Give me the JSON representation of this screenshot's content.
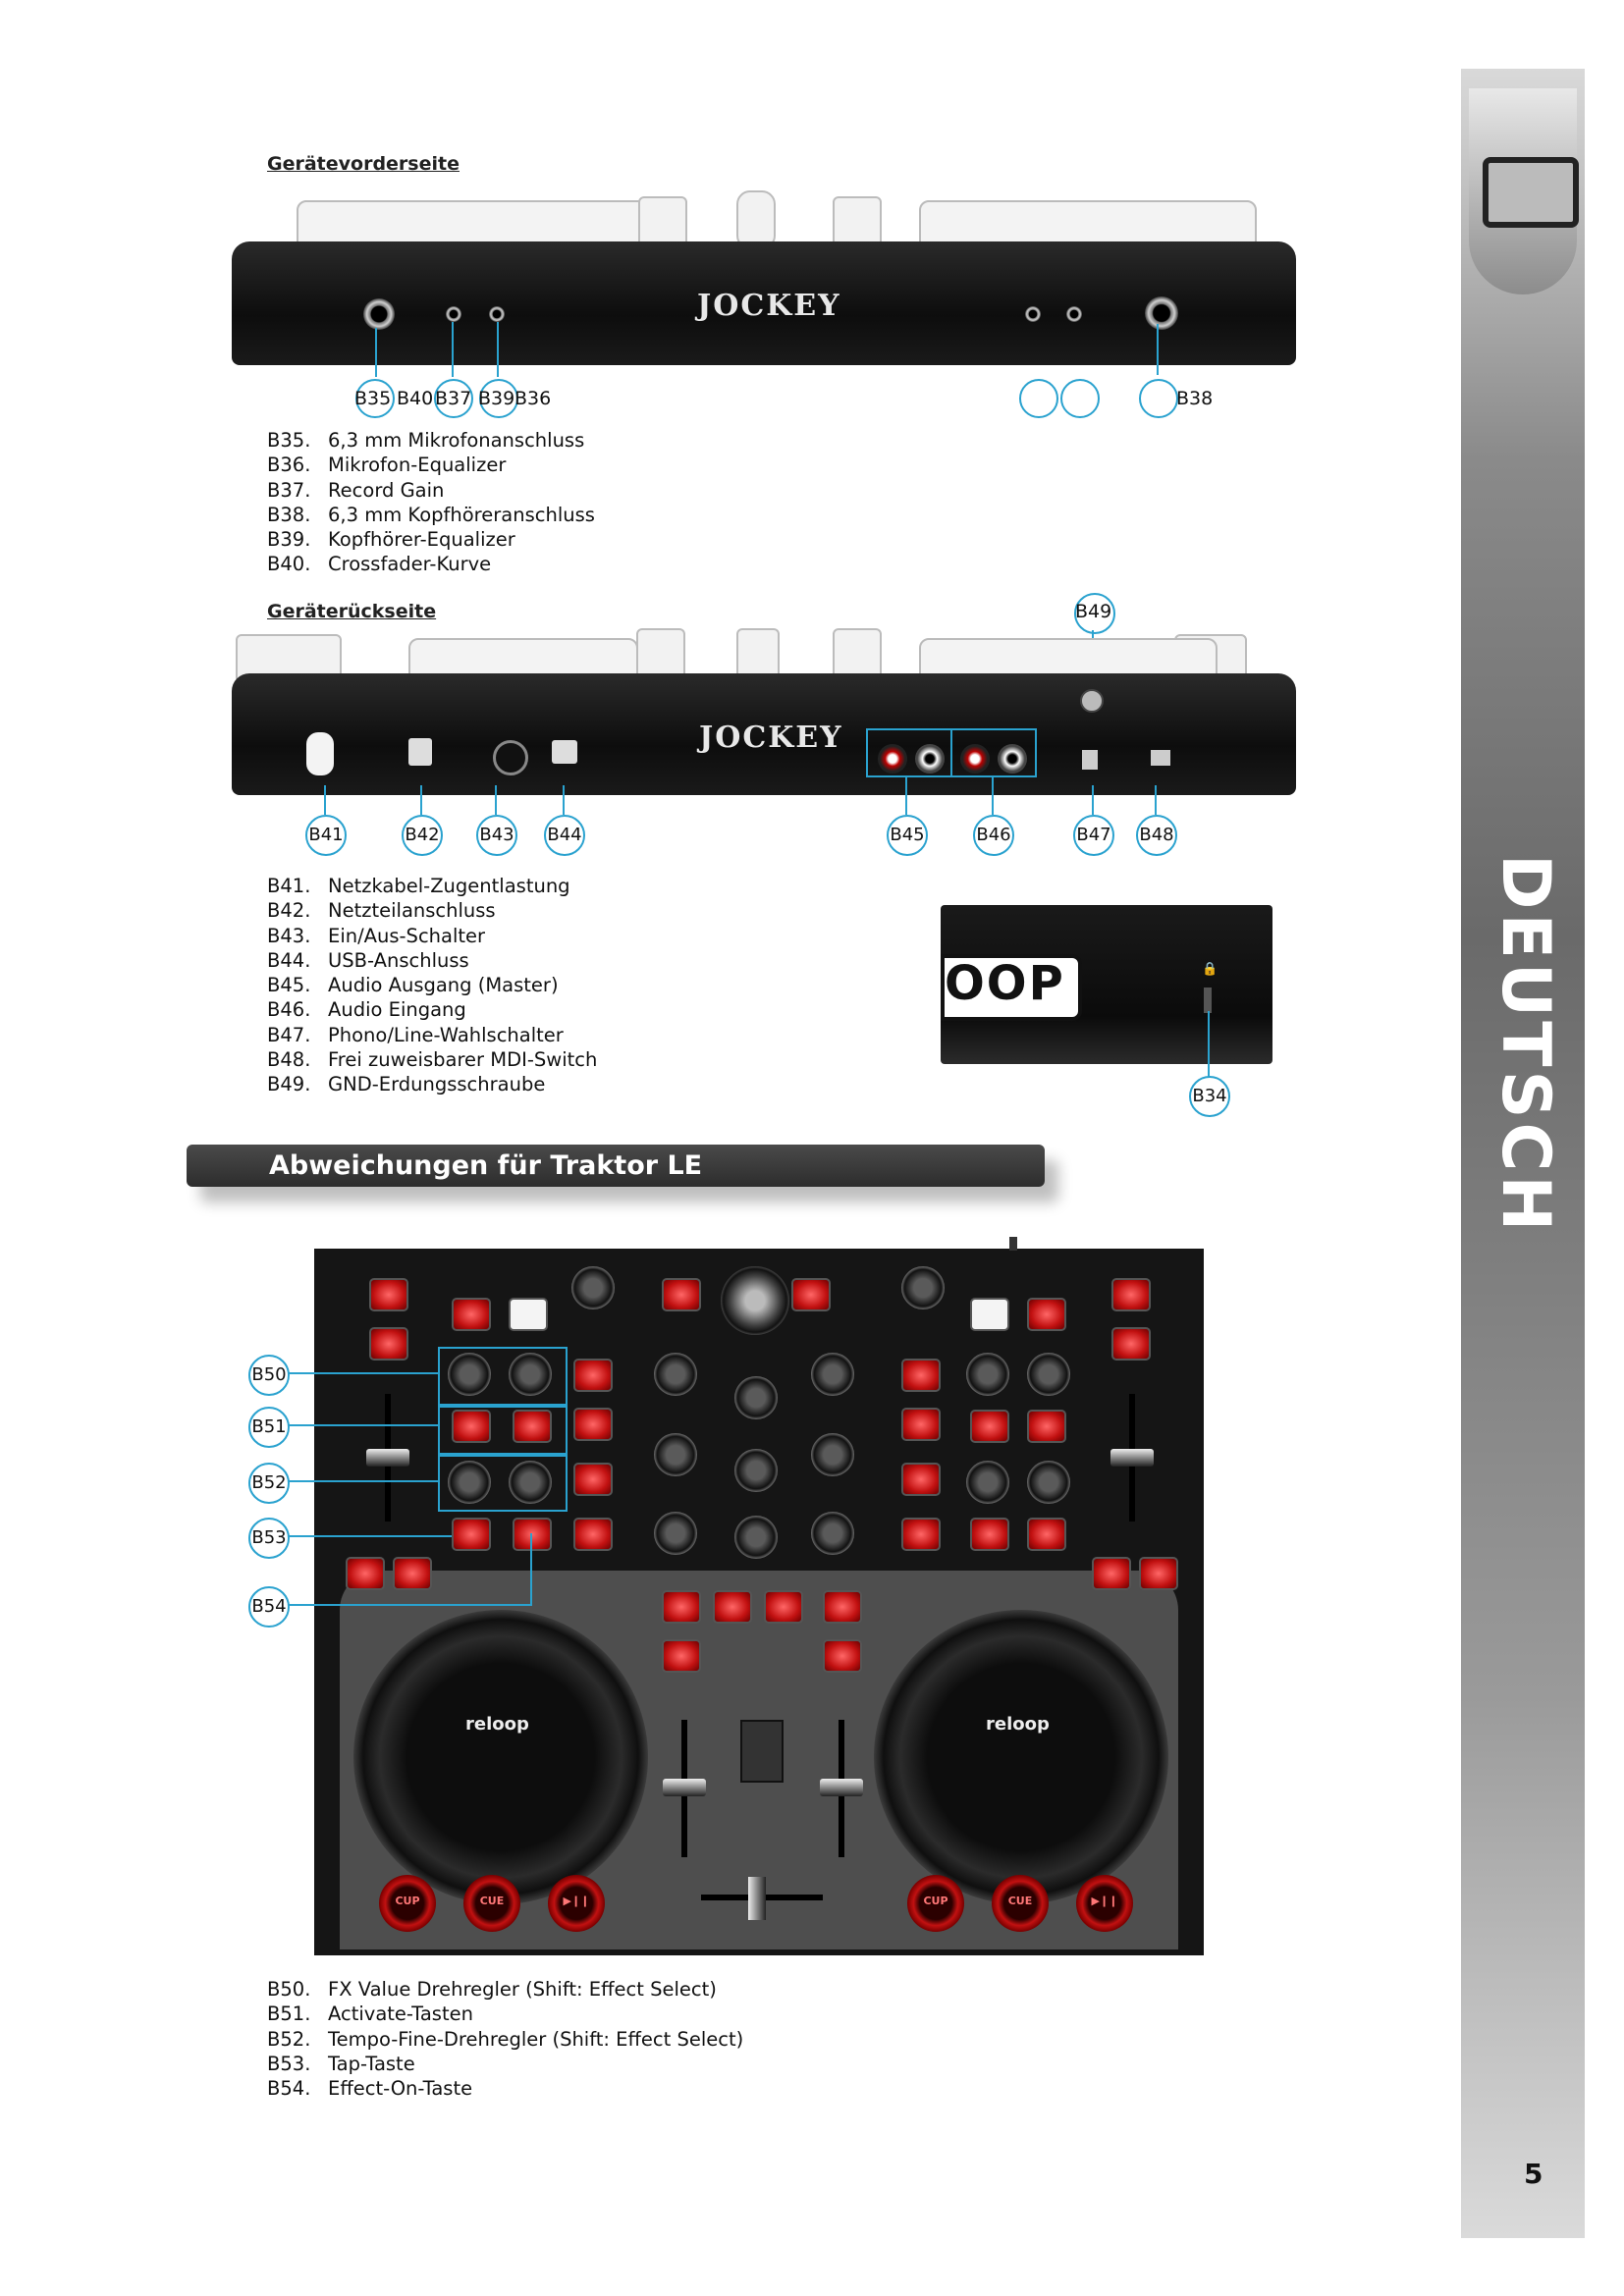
{
  "side_tab": {
    "label": "DEUTSCH"
  },
  "page_number": "5",
  "front": {
    "heading": "Gerätevorderseite",
    "logo_text": "JOCKEY",
    "callouts": [
      "B35",
      "B40",
      "B37",
      "B39",
      "B36",
      "B38"
    ],
    "items": [
      {
        "code": "B35.",
        "text": "6,3 mm Mikrofonanschluss"
      },
      {
        "code": "B36.",
        "text": "Mikrofon-Equalizer"
      },
      {
        "code": "B37.",
        "text": "Record Gain"
      },
      {
        "code": "B38.",
        "text": "6,3 mm Kopfhöreranschluss"
      },
      {
        "code": "B39.",
        "text": "Kopfhörer-Equalizer"
      },
      {
        "code": "B40.",
        "text": "Crossfader-Kurve"
      }
    ]
  },
  "back": {
    "heading": "Geräterückseite",
    "callout_top": "B49",
    "logo_text": "JOCKEY",
    "callouts": [
      "B41",
      "B42",
      "B43",
      "B44",
      "B45",
      "B46",
      "B47",
      "B48"
    ],
    "items": [
      {
        "code": "B41.",
        "text": "Netzkabel-Zugentlastung"
      },
      {
        "code": "B42.",
        "text": "Netzteilanschluss"
      },
      {
        "code": "B43.",
        "text": "Ein/Aus-Schalter"
      },
      {
        "code": "B44.",
        "text": "USB-Anschluss"
      },
      {
        "code": "B45.",
        "text": "Audio Ausgang (Master)"
      },
      {
        "code": "B46.",
        "text": "Audio Eingang"
      },
      {
        "code": "B47.",
        "text": "Phono/Line-Wahlschalter"
      },
      {
        "code": "B48.",
        "text": "Frei zuweisbarer MDI-Switch"
      },
      {
        "code": "B49.",
        "text": "GND-Erdungsschraube"
      }
    ]
  },
  "detail": {
    "logo_text": "OOP",
    "callout": "B34"
  },
  "traktor": {
    "banner": "Abweichungen für Traktor LE",
    "brand": "reloop",
    "callouts": [
      "B50",
      "B51",
      "B52",
      "B53",
      "B54"
    ],
    "items": [
      {
        "code": "B50.",
        "text": "FX Value Drehregler (Shift: Effect Select)"
      },
      {
        "code": "B51.",
        "text": "Activate-Tasten"
      },
      {
        "code": "B52.",
        "text": "Tempo-Fine-Drehregler (Shift: Effect Select)"
      },
      {
        "code": "B53.",
        "text": "Tap-Taste"
      },
      {
        "code": "B54.",
        "text": "Effect-On-Taste"
      }
    ]
  },
  "colors": {
    "callout": "#2aa2cf",
    "pad_red": "#c21111",
    "banner": "#3a3a3a"
  }
}
